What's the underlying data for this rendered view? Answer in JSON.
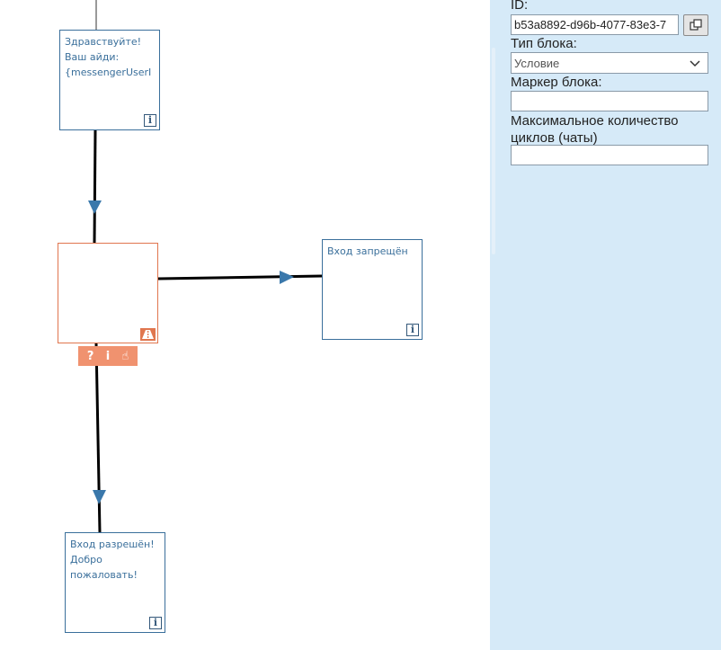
{
  "canvas": {
    "blocks": [
      {
        "id": "greeting",
        "text": "Здравствуйте!\nВаш айди:\n{messengerUserI"
      },
      {
        "id": "condition",
        "text": ""
      },
      {
        "id": "denied",
        "text": "Вход запрещён"
      },
      {
        "id": "allowed",
        "text": "Вход разрешён!\nДобро\nпожаловать!"
      }
    ],
    "toolbar": {
      "question": "?",
      "info": "i",
      "hand": "☝"
    },
    "colors": {
      "block_border": "#3a6f9b",
      "condition_border": "#e0764e",
      "toolbar": "#f0926f",
      "arrow": "#3a78ab"
    }
  },
  "panel": {
    "id_label": "ID:",
    "id_value": "b53a8892-d96b-4077-83e3-7",
    "type_label": "Тип блока:",
    "type_value": "Условие",
    "marker_label": "Маркер блока:",
    "marker_value": "",
    "cycles_label": "Максимальное количество циклов (чаты)",
    "cycles_value": "",
    "background": "#d6eaf8"
  }
}
